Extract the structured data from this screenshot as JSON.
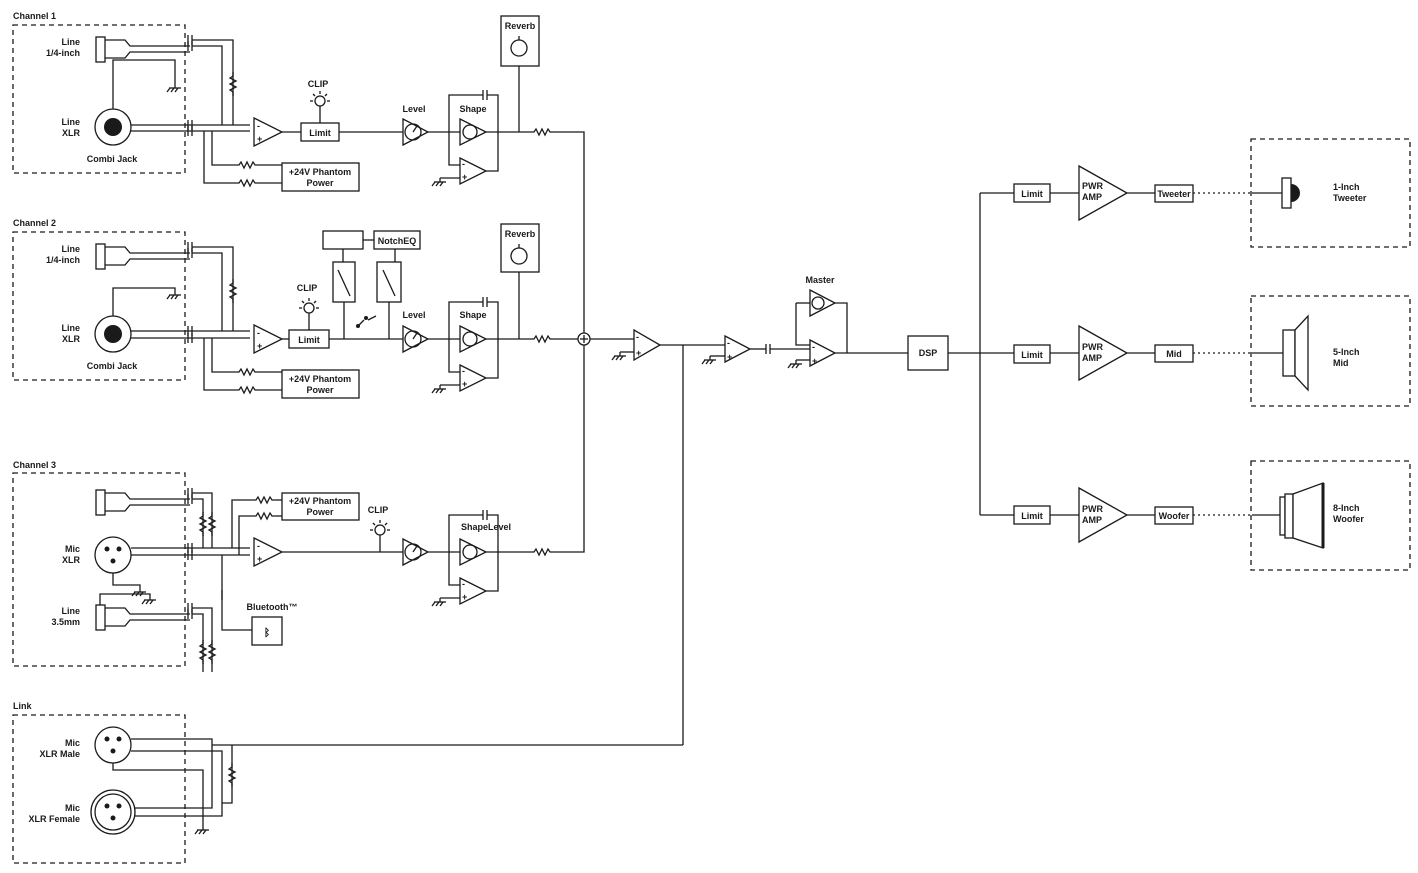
{
  "channels": {
    "ch1": {
      "title": "Channel 1",
      "line_label": [
        "Line",
        "1/4-inch"
      ],
      "xlr_label": [
        "Line",
        "XLR"
      ],
      "jack_label": "Combi Jack",
      "phantom_label": [
        "+24V Phantom",
        "Power"
      ],
      "clip_label": "CLIP",
      "limit_label": "Limit",
      "level_label": "Level",
      "shape_label": "Shape",
      "reverb_label": "Reverb"
    },
    "ch2": {
      "title": "Channel 2",
      "line_label": [
        "Line",
        "1/4-inch"
      ],
      "xlr_label": [
        "Line",
        "XLR"
      ],
      "jack_label": "Combi Jack",
      "phantom_label": [
        "+24V Phantom",
        "Power"
      ],
      "clip_label": "CLIP",
      "limit_label": "Limit",
      "notch_label": "NotchEQ",
      "level_label": "Level",
      "shape_label": "Shape",
      "reverb_label": "Reverb"
    },
    "ch3": {
      "title": "Channel 3",
      "mic_label": [
        "Mic",
        "XLR"
      ],
      "line_label": [
        "Line",
        "3.5mm"
      ],
      "phantom_label": [
        "+24V Phantom",
        "Power"
      ],
      "clip_label": "CLIP",
      "shape_level_label": "ShapeLevel",
      "bluetooth_label": "Bluetooth™"
    },
    "link": {
      "title": "Link",
      "male_label": [
        "Mic",
        "XLR Male"
      ],
      "female_label": [
        "Mic",
        "XLR Female"
      ]
    }
  },
  "master": {
    "master_label": "Master",
    "dsp_label": "DSP"
  },
  "outputs": [
    {
      "limit_label": "Limit",
      "amp_label": [
        "PWR",
        "AMP"
      ],
      "band_label": "Tweeter",
      "driver_label": [
        "1-Inch",
        "Tweeter"
      ]
    },
    {
      "limit_label": "Limit",
      "amp_label": [
        "PWR",
        "AMP"
      ],
      "band_label": "Mid",
      "driver_label": [
        "5-Inch",
        "Mid"
      ]
    },
    {
      "limit_label": "Limit",
      "amp_label": [
        "PWR",
        "AMP"
      ],
      "band_label": "Woofer",
      "driver_label": [
        "8-Inch",
        "Woofer"
      ]
    }
  ]
}
